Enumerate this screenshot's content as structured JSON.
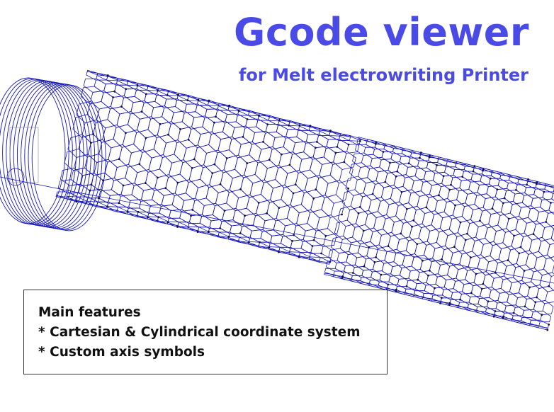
{
  "app": {
    "title": "Gcode viewer",
    "subtitle": "for Melt electrowriting Printer",
    "accent_color": "#4a4ae6",
    "line_color": "#1818b8",
    "node_color": "#101040"
  },
  "features": {
    "heading": "Main features",
    "items": [
      "* Cartesian  & Cylindrical coordinate system",
      "* Custom axis symbols"
    ]
  },
  "scene": {
    "objects": [
      "coil-spring",
      "hexagon-mesh-tube-left",
      "hexagon-mesh-tube-right",
      "center-axis-line"
    ]
  }
}
